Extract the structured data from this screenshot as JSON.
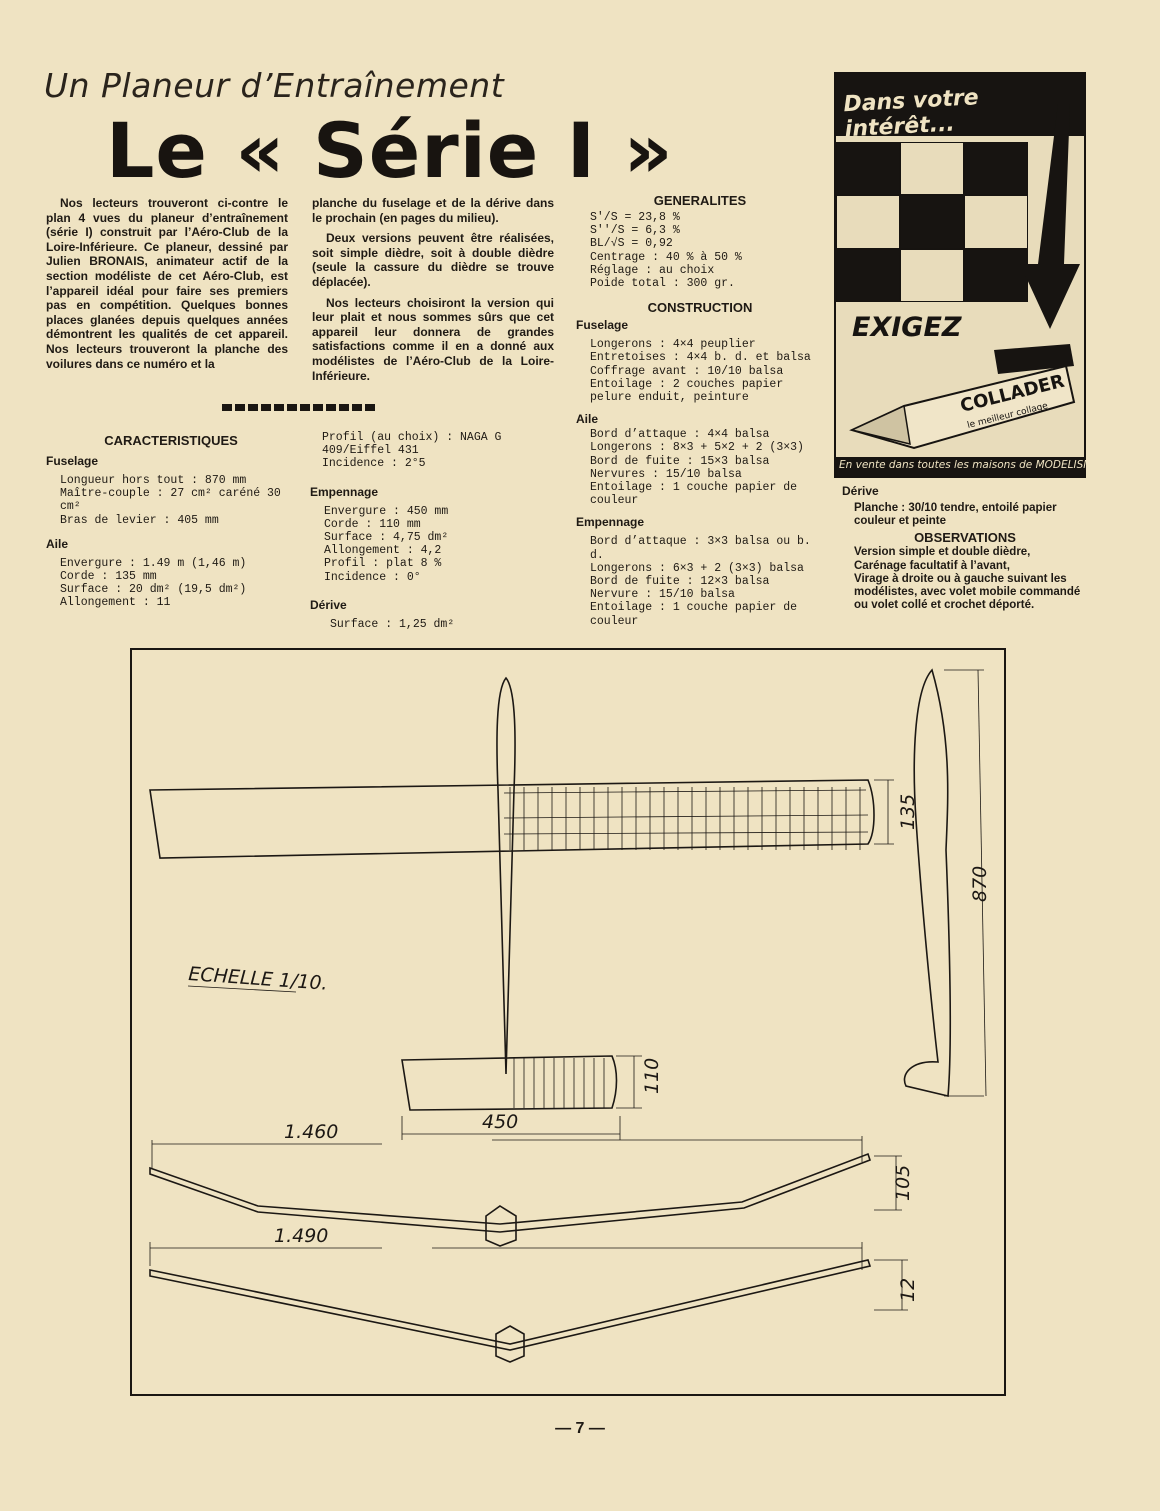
{
  "header": {
    "supertitle": "Un Planeur d’Entraînement",
    "title": "Le « Série I »"
  },
  "intro": {
    "p1": "Nos lecteurs trouveront ci-contre le plan 4 vues du planeur d’entraînement (série I) construit par l’Aéro-Club de la Loire-Inférieure. Ce planeur, dessiné par Julien BRONAIS, animateur actif de la section modéliste de cet Aéro-Club, est l’appareil idéal pour faire ses premiers pas en compétition. Quelques bonnes places glanées depuis quelques années démontrent les qualités de cet appareil. Nos lecteurs trouveront la planche des voilures dans ce numéro et la",
    "p2": "planche du fuselage et de la dérive dans le prochain (en pages du milieu).",
    "p3": "Deux versions peuvent être réalisées, soit simple dièdre, soit à double dièdre (seule la cassure du dièdre se trouve déplacée).",
    "p4": "Nos lecteurs choisiront la version qui leur plait et nous sommes sûrs que cet appareil leur donnera de grandes satisfactions comme il en a donné aux modélistes de l’Aéro-Club de la Loire-Inférieure."
  },
  "caracteristiques": {
    "heading": "CARACTERISTIQUES",
    "fuselage_h": "Fuselage",
    "fuselage": [
      "Longueur hors tout : 870 mm",
      "Maître-couple : 27 cm² caréné 30 cm²",
      "Bras de levier : 405 mm"
    ],
    "aile_h": "Aile",
    "aile": [
      "Envergure : 1.49 m (1,46 m)",
      "Corde : 135 mm",
      "Surface : 20 dm² (19,5 dm²)",
      "Allongement : 11"
    ],
    "profil": [
      "Profil (au choix) : NAGA G 409/Eiffel 431",
      "Incidence : 2°5"
    ],
    "empennage_h": "Empennage",
    "empennage": [
      "Envergure : 450 mm",
      "Corde : 110 mm",
      "Surface : 4,75 dm²",
      "Allongement : 4,2",
      "Profil : plat 8 %",
      "Incidence : 0°"
    ],
    "derive_h": "Dérive",
    "derive": [
      "Surface : 1,25 dm²"
    ]
  },
  "generalites": {
    "heading": "GENERALITES",
    "items": [
      "S'/S = 23,8 %",
      "S''/S = 6,3 %",
      "BL/√S = 0,92",
      "Centrage : 40 % à 50 %",
      "Réglage : au choix",
      "Poide total : 300 gr."
    ]
  },
  "construction": {
    "heading": "CONSTRUCTION",
    "fuselage_h": "Fuselage",
    "fuselage": [
      "Longerons : 4×4 peuplier",
      "Entretoises : 4×4 b. d. et balsa",
      "Coffrage avant : 10/10 balsa",
      "Entoilage : 2 couches papier pelure enduit, peinture"
    ],
    "aile_h": "Aile",
    "aile": [
      "Bord d’attaque : 4×4 balsa",
      "Longerons : 8×3 + 5×2 + 2 (3×3)",
      "Bord de fuite : 15×3 balsa",
      "Nervures : 15/10 balsa",
      "Entoilage : 1 couche papier de couleur"
    ],
    "empennage_h": "Empennage",
    "empennage": [
      "Bord d’attaque : 3×3 balsa ou b. d.",
      "Longerons : 6×3 + 2 (3×3) balsa",
      "Bord de fuite : 12×3 balsa",
      "Nervure : 15/10 balsa",
      "Entoilage : 1 couche papier de couleur"
    ]
  },
  "derive_col": {
    "heading": "Dérive",
    "text": "Planche : 30/10 tendre, entoilé papier couleur et peinte"
  },
  "observations": {
    "heading": "OBSERVATIONS",
    "items": [
      "Version simple et double dièdre,",
      "Carénage facultatif à l’avant,",
      "Virage à droite ou à gauche suivant les modélistes, avec volet mobile commandé ou volet collé et crochet déporté."
    ]
  },
  "ad": {
    "tagline": "Dans votre intérêt...",
    "cta": "EXIGEZ",
    "brand": "COLLADER",
    "brand_sub": "le meilleur collage",
    "footer": "En vente dans toutes les maisons de MODELISME"
  },
  "plan": {
    "scale": "ECHELLE 1/10.",
    "dim_chord": "135",
    "dim_length": "870",
    "dim_tail_span": "450",
    "dim_tail_chord": "110",
    "dim_span_double": "1.460",
    "dim_dihedral_double": "105",
    "dim_span_simple": "1.490",
    "dim_dihedral_simple": "12"
  },
  "footer": {
    "page_number": "— 7 —"
  }
}
